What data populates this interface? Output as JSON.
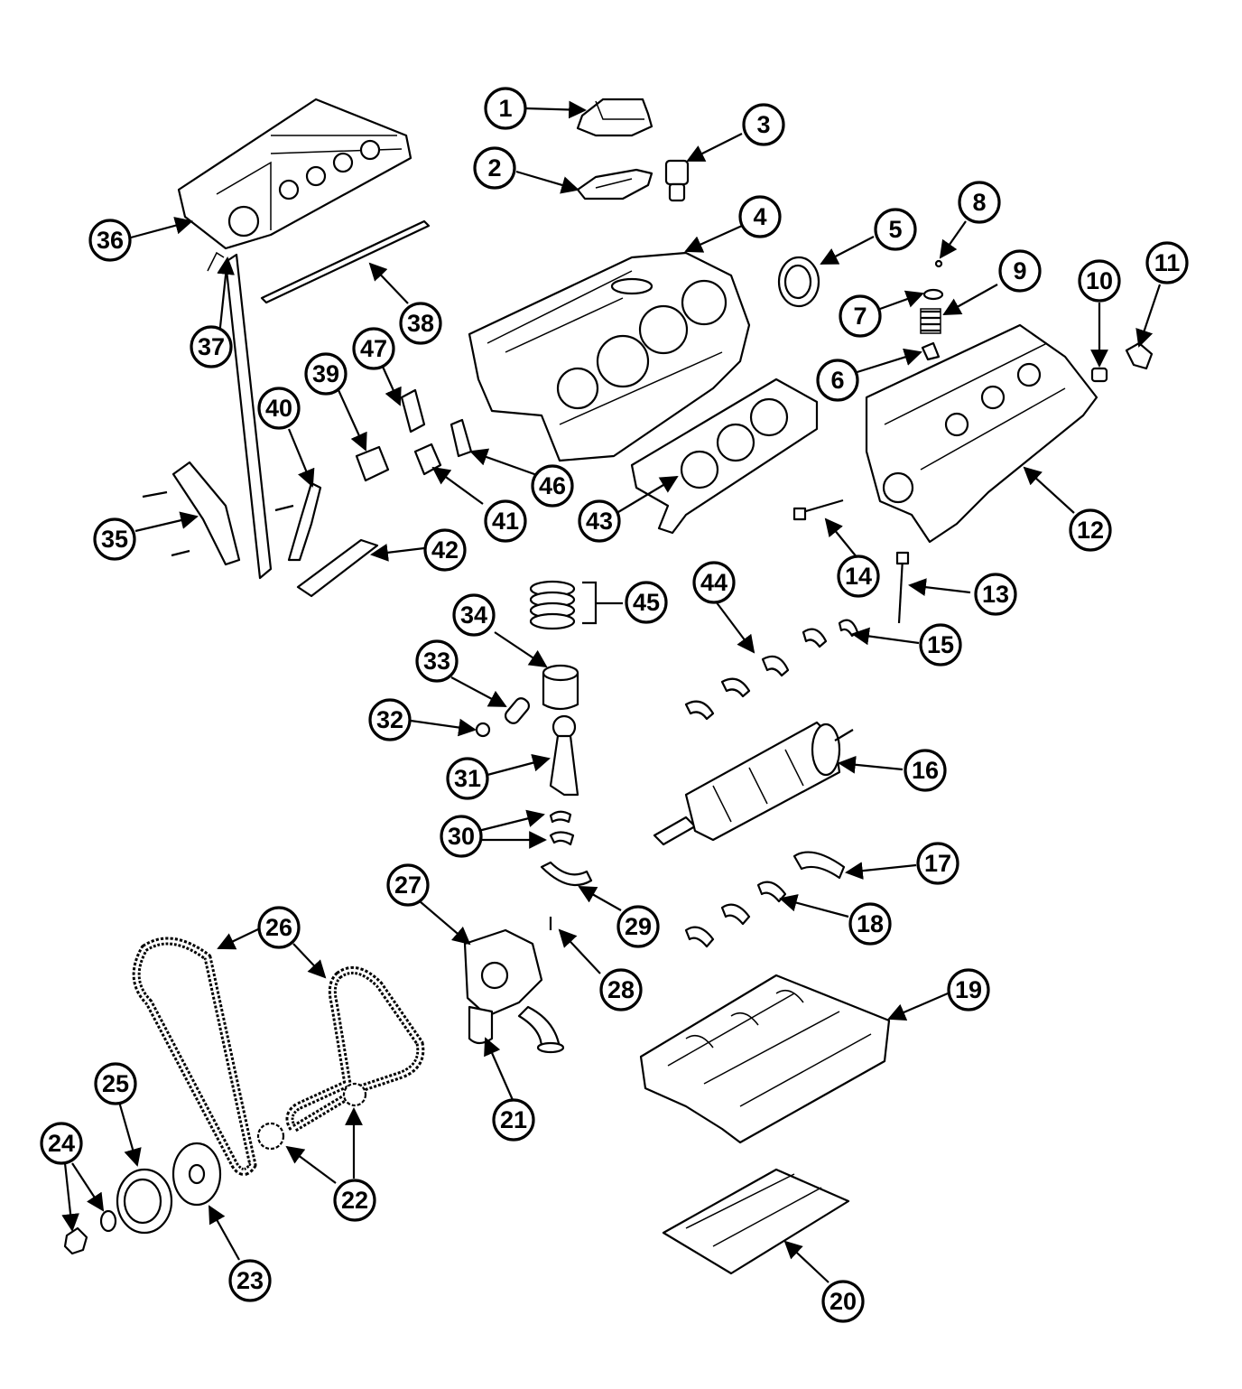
{
  "callouts": [
    {
      "n": "1"
    },
    {
      "n": "2"
    },
    {
      "n": "3"
    },
    {
      "n": "4"
    },
    {
      "n": "5"
    },
    {
      "n": "6"
    },
    {
      "n": "7"
    },
    {
      "n": "8"
    },
    {
      "n": "9"
    },
    {
      "n": "10"
    },
    {
      "n": "11"
    },
    {
      "n": "12"
    },
    {
      "n": "13"
    },
    {
      "n": "14"
    },
    {
      "n": "15"
    },
    {
      "n": "16"
    },
    {
      "n": "17"
    },
    {
      "n": "18"
    },
    {
      "n": "19"
    },
    {
      "n": "20"
    },
    {
      "n": "21"
    },
    {
      "n": "22"
    },
    {
      "n": "23"
    },
    {
      "n": "24"
    },
    {
      "n": "25"
    },
    {
      "n": "26"
    },
    {
      "n": "27"
    },
    {
      "n": "28"
    },
    {
      "n": "29"
    },
    {
      "n": "30"
    },
    {
      "n": "31"
    },
    {
      "n": "32"
    },
    {
      "n": "33"
    },
    {
      "n": "34"
    },
    {
      "n": "35"
    },
    {
      "n": "36"
    },
    {
      "n": "37"
    },
    {
      "n": "38"
    },
    {
      "n": "39"
    },
    {
      "n": "40"
    },
    {
      "n": "41"
    },
    {
      "n": "42"
    },
    {
      "n": "43"
    },
    {
      "n": "44"
    },
    {
      "n": "45"
    },
    {
      "n": "46"
    },
    {
      "n": "47"
    }
  ]
}
